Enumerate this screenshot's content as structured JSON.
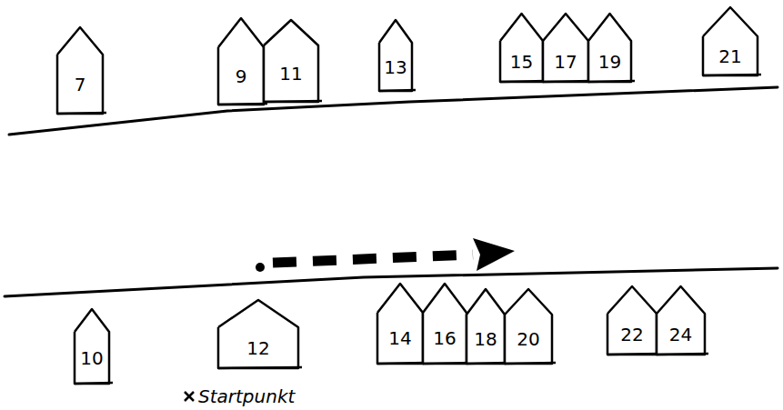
{
  "diagram": {
    "nodes": [
      {
        "text": [
          "7"
        ]
      },
      {
        "text": [
          "9"
        ]
      },
      {
        "text": [
          "11"
        ]
      },
      {
        "text": [
          "13"
        ]
      },
      {
        "text": [
          "15"
        ]
      },
      {
        "text": [
          "17"
        ]
      },
      {
        "text": [
          "19"
        ]
      },
      {
        "text": [
          "21"
        ]
      },
      {
        "text": [
          "10"
        ]
      },
      {
        "text": [
          "12"
        ]
      },
      {
        "text": [
          "14"
        ]
      },
      {
        "text": [
          "16"
        ]
      },
      {
        "text": [
          "18"
        ]
      },
      {
        "text": [
          "20"
        ]
      },
      {
        "text": [
          "22"
        ]
      },
      {
        "text": [
          "24"
        ]
      }
    ],
    "labels": [
      "Startpunkt"
    ]
  }
}
